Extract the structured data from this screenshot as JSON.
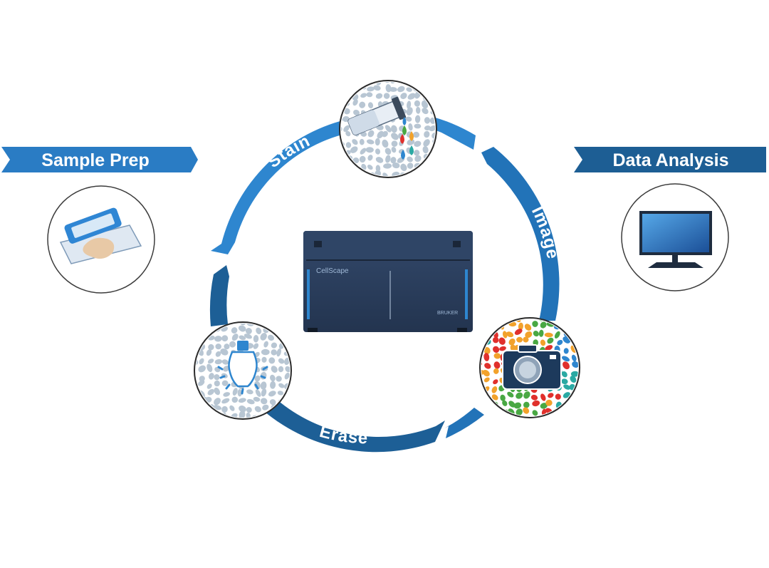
{
  "stages": {
    "sample_prep": "Sample Prep",
    "data_analysis": "Data Analysis"
  },
  "cycle": {
    "stain": "Stain",
    "image": "Image",
    "erase": "Erase"
  },
  "instrument": {
    "brand_model": "CellScape",
    "maker": "BRUKER"
  },
  "colors": {
    "banner_left": "#2a7cc4",
    "banner_right": "#1d5e94",
    "arc_stain": "#2e86cf",
    "arc_image": "#2273b8",
    "arc_erase": "#1d5f96",
    "instrument_body": "#2b3f5e",
    "cell_fill": "#b8c6d3"
  },
  "icons": [
    "slide-icon",
    "monitor-icon",
    "reagent-tube-icon",
    "camera-icon",
    "lightbulb-icon"
  ]
}
